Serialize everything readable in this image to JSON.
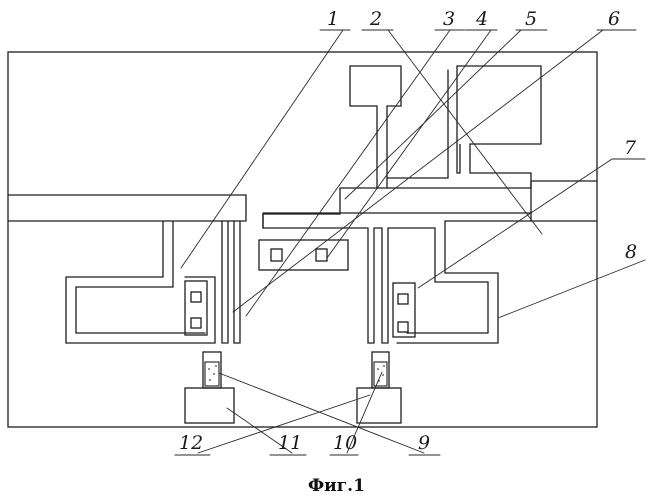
{
  "figure": {
    "caption": "Фиг.1",
    "labels": [
      "1",
      "2",
      "3",
      "4",
      "5",
      "6",
      "7",
      "8",
      "9",
      "10",
      "11",
      "12"
    ]
  }
}
